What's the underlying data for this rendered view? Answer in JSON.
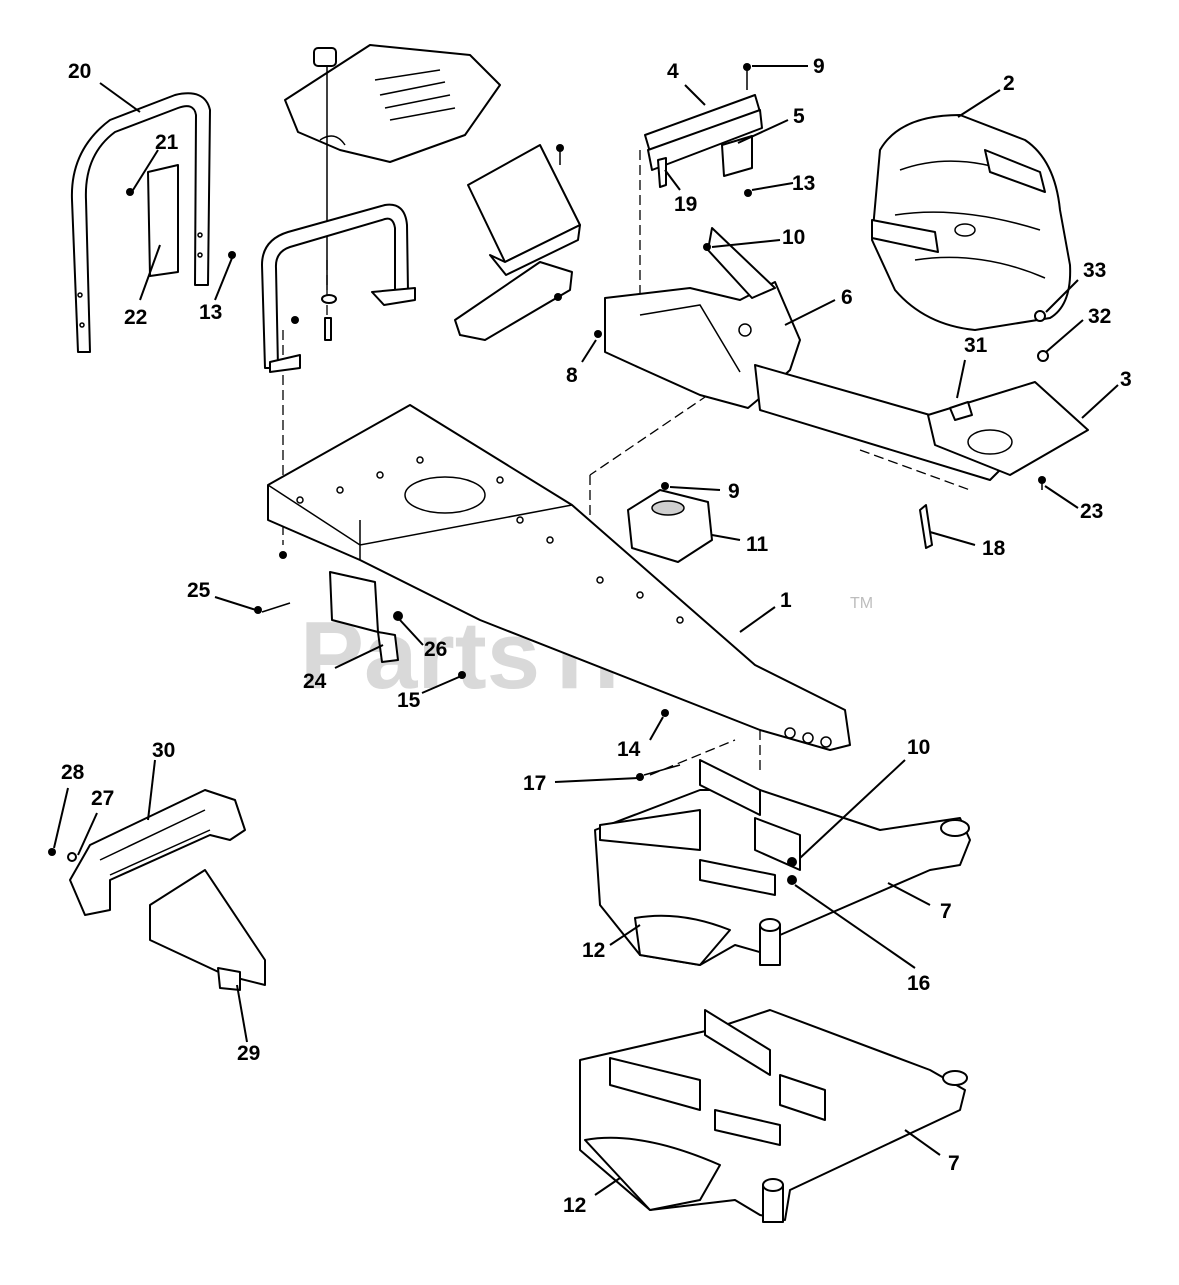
{
  "watermark": {
    "text": "PartsTree",
    "trademark": "TM"
  },
  "callouts": [
    {
      "n": "1"
    },
    {
      "n": "2"
    },
    {
      "n": "3"
    },
    {
      "n": "4"
    },
    {
      "n": "5"
    },
    {
      "n": "6"
    },
    {
      "n": "7"
    },
    {
      "n": "7"
    },
    {
      "n": "8"
    },
    {
      "n": "9"
    },
    {
      "n": "9"
    },
    {
      "n": "10"
    },
    {
      "n": "10"
    },
    {
      "n": "11"
    },
    {
      "n": "12"
    },
    {
      "n": "12"
    },
    {
      "n": "13"
    },
    {
      "n": "13"
    },
    {
      "n": "14"
    },
    {
      "n": "15"
    },
    {
      "n": "16"
    },
    {
      "n": "17"
    },
    {
      "n": "18"
    },
    {
      "n": "19"
    },
    {
      "n": "20"
    },
    {
      "n": "21"
    },
    {
      "n": "22"
    },
    {
      "n": "23"
    },
    {
      "n": "24"
    },
    {
      "n": "25"
    },
    {
      "n": "26"
    },
    {
      "n": "27"
    },
    {
      "n": "28"
    },
    {
      "n": "29"
    },
    {
      "n": "30"
    },
    {
      "n": "31"
    },
    {
      "n": "32"
    },
    {
      "n": "33"
    }
  ]
}
